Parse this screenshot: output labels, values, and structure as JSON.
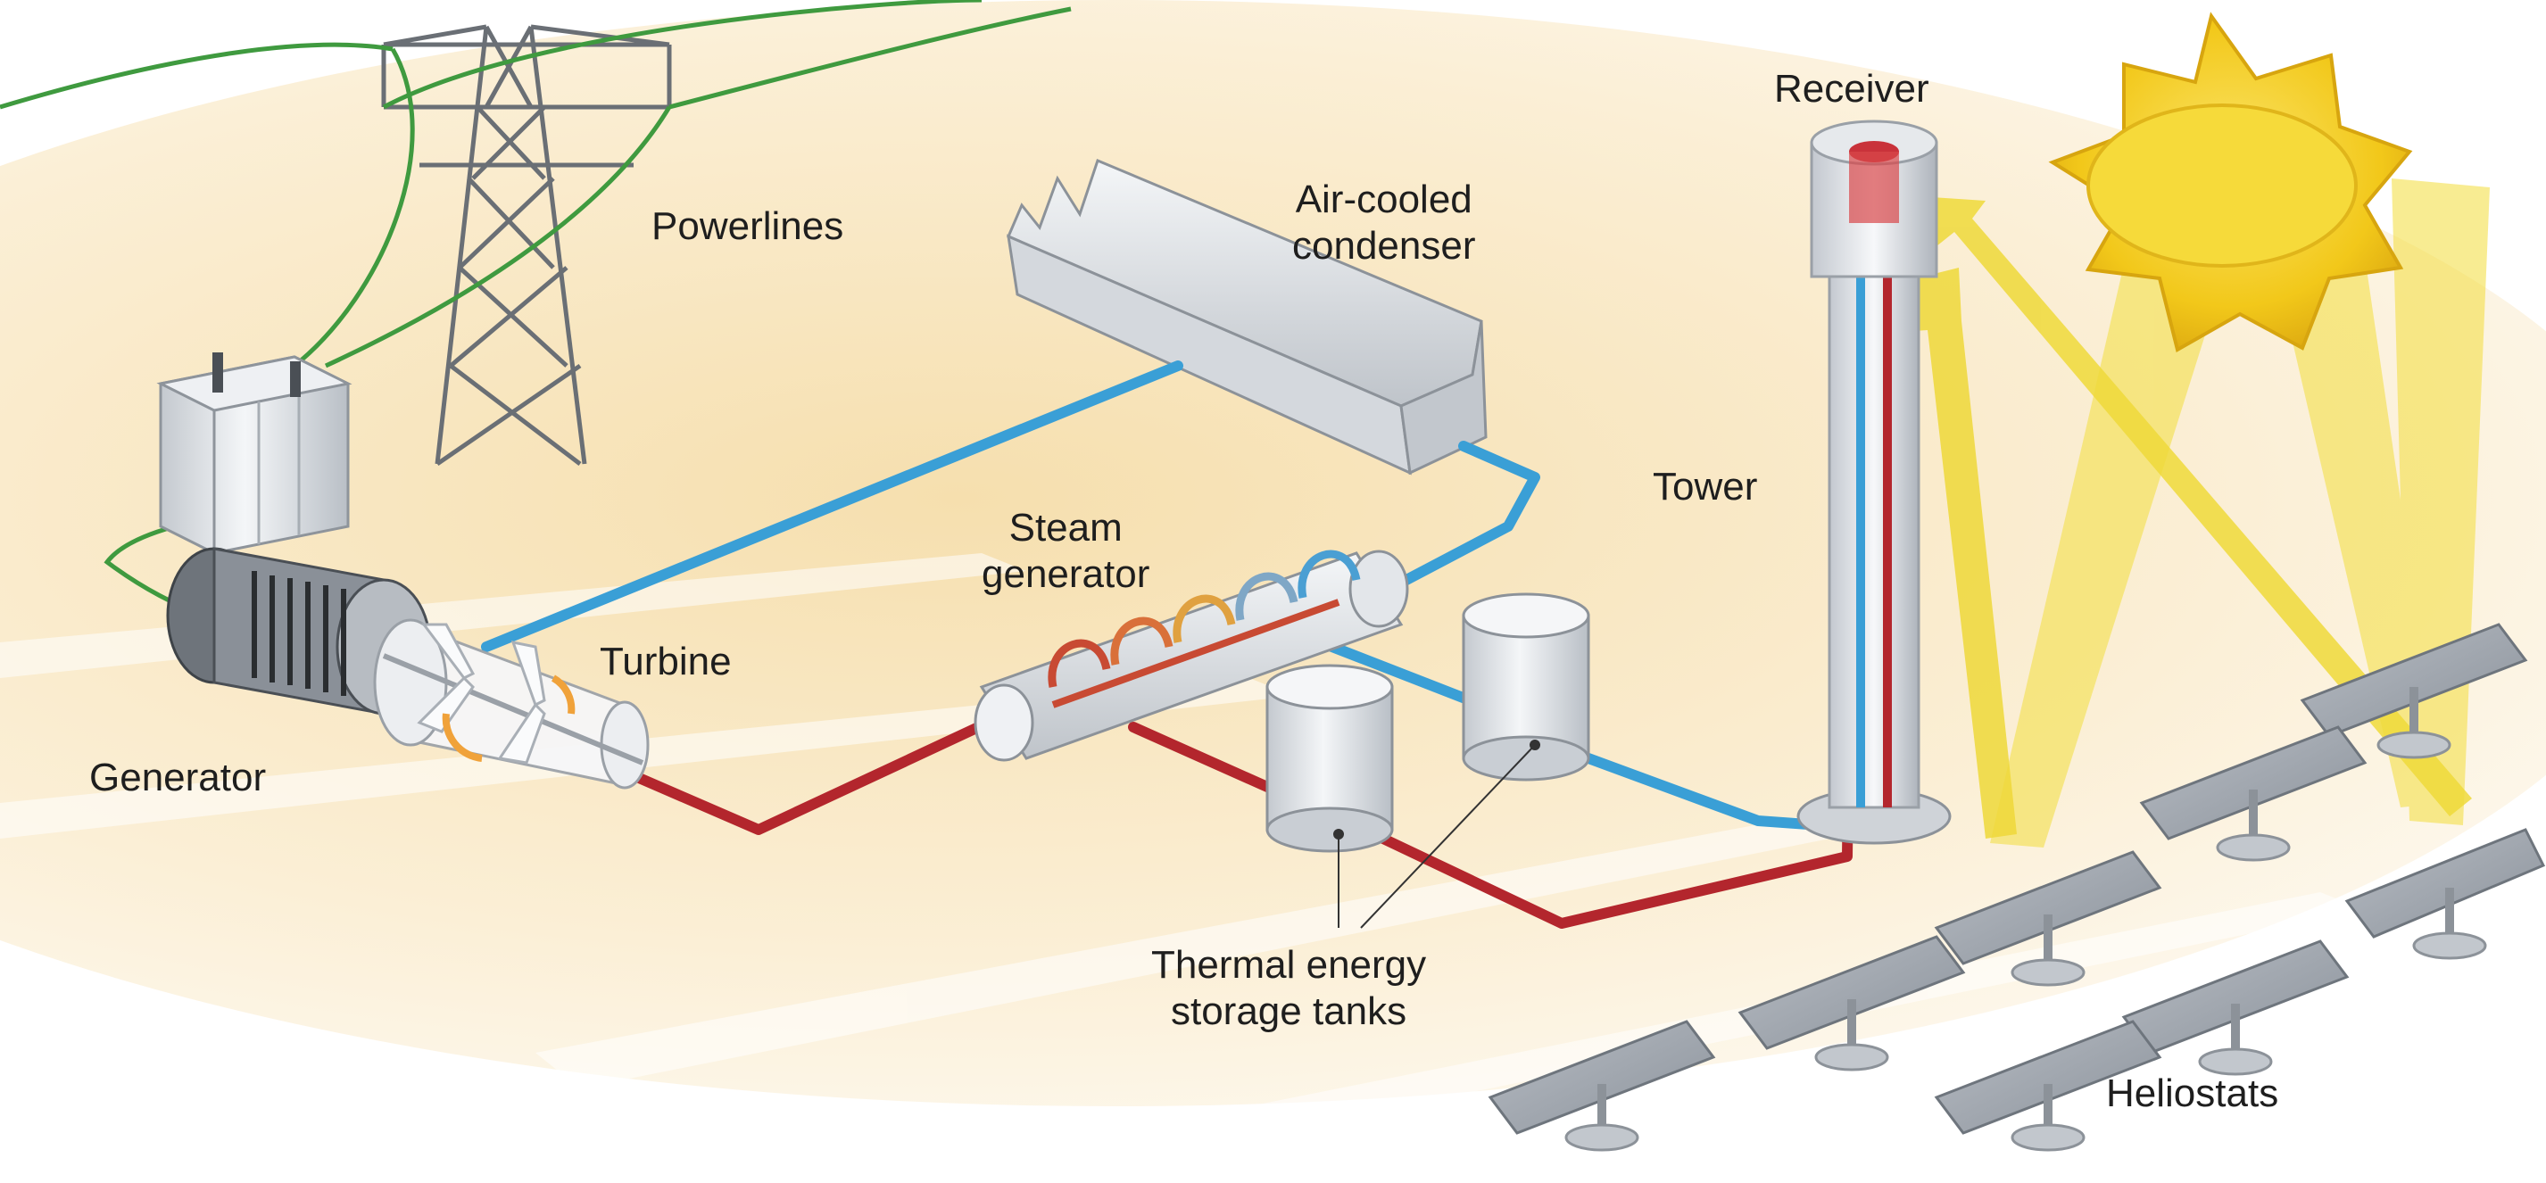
{
  "labels": {
    "receiver": "Receiver",
    "powerlines": "Powerlines",
    "condenser_line1": "Air-cooled",
    "condenser_line2": "condenser",
    "tower": "Tower",
    "steam_line1": "Steam",
    "steam_line2": "generator",
    "turbine": "Turbine",
    "generator": "Generator",
    "tanks_line1": "Thermal energy",
    "tanks_line2": "storage tanks",
    "heliostats": "Heliostats"
  },
  "colors": {
    "hot_pipe": "#b3262d",
    "cold_pipe": "#3a9fd6",
    "power_line": "#3f9a3f",
    "sun": "#f2c81a",
    "sun_rays": "#f4e04a",
    "metal": "#d9dde2",
    "ground": "#fbefd4"
  }
}
